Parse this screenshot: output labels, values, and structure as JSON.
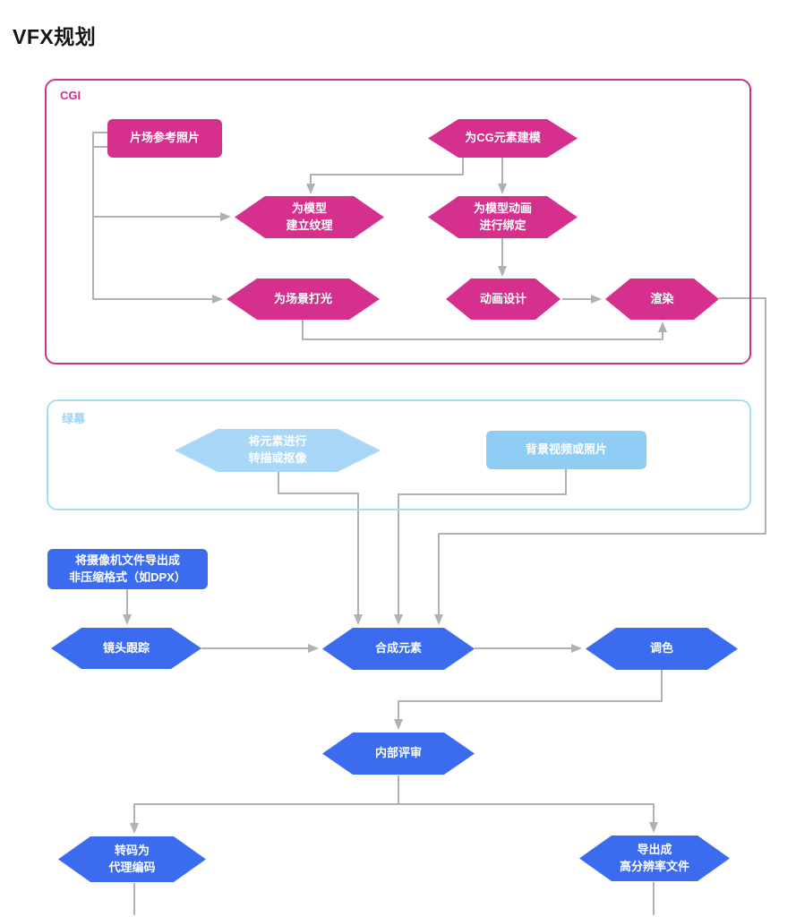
{
  "title": "VFX规划",
  "colors": {
    "pink": "#d6308f",
    "pink_border": "#d0308e",
    "blue": "#3b6cf0",
    "light_blue": "#a8d7f8",
    "light_blue_rect": "#8fcdf5",
    "green_group_border": "#a8ddf8",
    "green_group_label": "#9fd4f4",
    "connector_gray": "#b1b1b1",
    "node_text": "#ffffff",
    "title_text": "#161616"
  },
  "groups": {
    "cgi": {
      "label": "CGI"
    },
    "greenscreen": {
      "label": "绿幕"
    }
  },
  "nodes": {
    "ref_photos": {
      "label": "片场参考照片",
      "shape": "rect"
    },
    "model_cg": {
      "label": "为CG元素建模",
      "shape": "hexagon"
    },
    "texture": {
      "label": "为模型\n建立纹理",
      "shape": "hexagon"
    },
    "rigging": {
      "label": "为模型动画\n进行绑定",
      "shape": "hexagon"
    },
    "lighting": {
      "label": "为场景打光",
      "shape": "hexagon"
    },
    "anim_design": {
      "label": "动画设计",
      "shape": "hexagon"
    },
    "render": {
      "label": "渲染",
      "shape": "hexagon"
    },
    "roto": {
      "label": "将元素进行\n转描或抠像",
      "shape": "hexagon"
    },
    "bg_video": {
      "label": "背景视频或照片",
      "shape": "rect"
    },
    "export_dpx": {
      "label": "将摄像机文件导出成\n非压缩格式（如DPX）",
      "shape": "rect"
    },
    "tracking": {
      "label": "镜头跟踪",
      "shape": "hexagon"
    },
    "composite": {
      "label": "合成元素",
      "shape": "hexagon"
    },
    "grading": {
      "label": "调色",
      "shape": "hexagon"
    },
    "review": {
      "label": "内部评审",
      "shape": "hexagon"
    },
    "proxy": {
      "label": "转码为\n代理编码",
      "shape": "hexagon"
    },
    "export_hires": {
      "label": "导出成\n高分辨率文件",
      "shape": "hexagon"
    }
  }
}
